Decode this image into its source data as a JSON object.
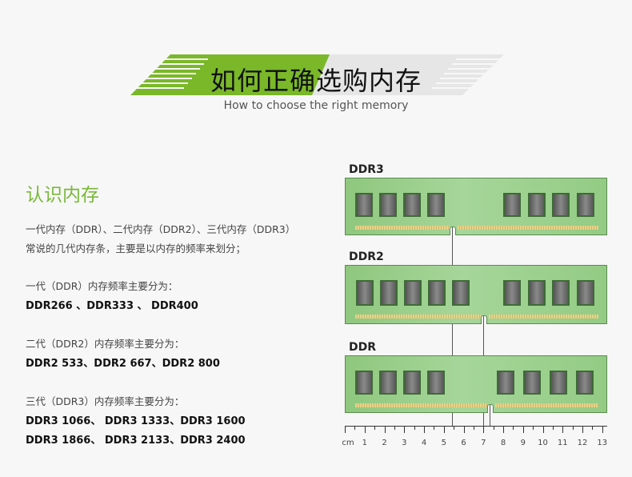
{
  "header": {
    "title": "如何正确选购内存",
    "subtitle": "How to choose the right memory",
    "accent_color": "#7ab82a"
  },
  "section": {
    "title": "认识内存",
    "intro_line1": "一代内存（DDR）、二代内存（DDR2）、三代内存（DDR3）",
    "intro_line2": "常说的几代内存条，主要是以内存的频率来划分；",
    "ddr_heading": "一代（DDR）内存频率主要分为：",
    "ddr_values": "DDR266 、DDR333 、 DDR400",
    "ddr2_heading": "二代（DDR2）内存频率主要分为：",
    "ddr2_values": "DDR2 533、DDR2 667、DDR2 800",
    "ddr3_heading": "三代（DDR3）内存频率主要分为：",
    "ddr3_values1": "DDR3 1066、 DDR3 1333、DDR3 1600",
    "ddr3_values2": "DDR3 1866、 DDR3 2133、DDR3 2400"
  },
  "diagram": {
    "modules": [
      {
        "label": "DDR3",
        "left_chips": 4,
        "right_chips": 4,
        "notch_cm": 5.4
      },
      {
        "label": "DDR2",
        "left_chips": 5,
        "right_chips": 4,
        "notch_cm": 7.0
      },
      {
        "label": "DDR",
        "left_chips": 4,
        "right_chips": 4,
        "notch_cm": 7.3
      }
    ],
    "ruler": {
      "unit": "cm",
      "labels": [
        "1",
        "2",
        "3",
        "4",
        "5",
        "6",
        "7",
        "8",
        "9",
        "10",
        "11",
        "12",
        "13"
      ]
    }
  }
}
